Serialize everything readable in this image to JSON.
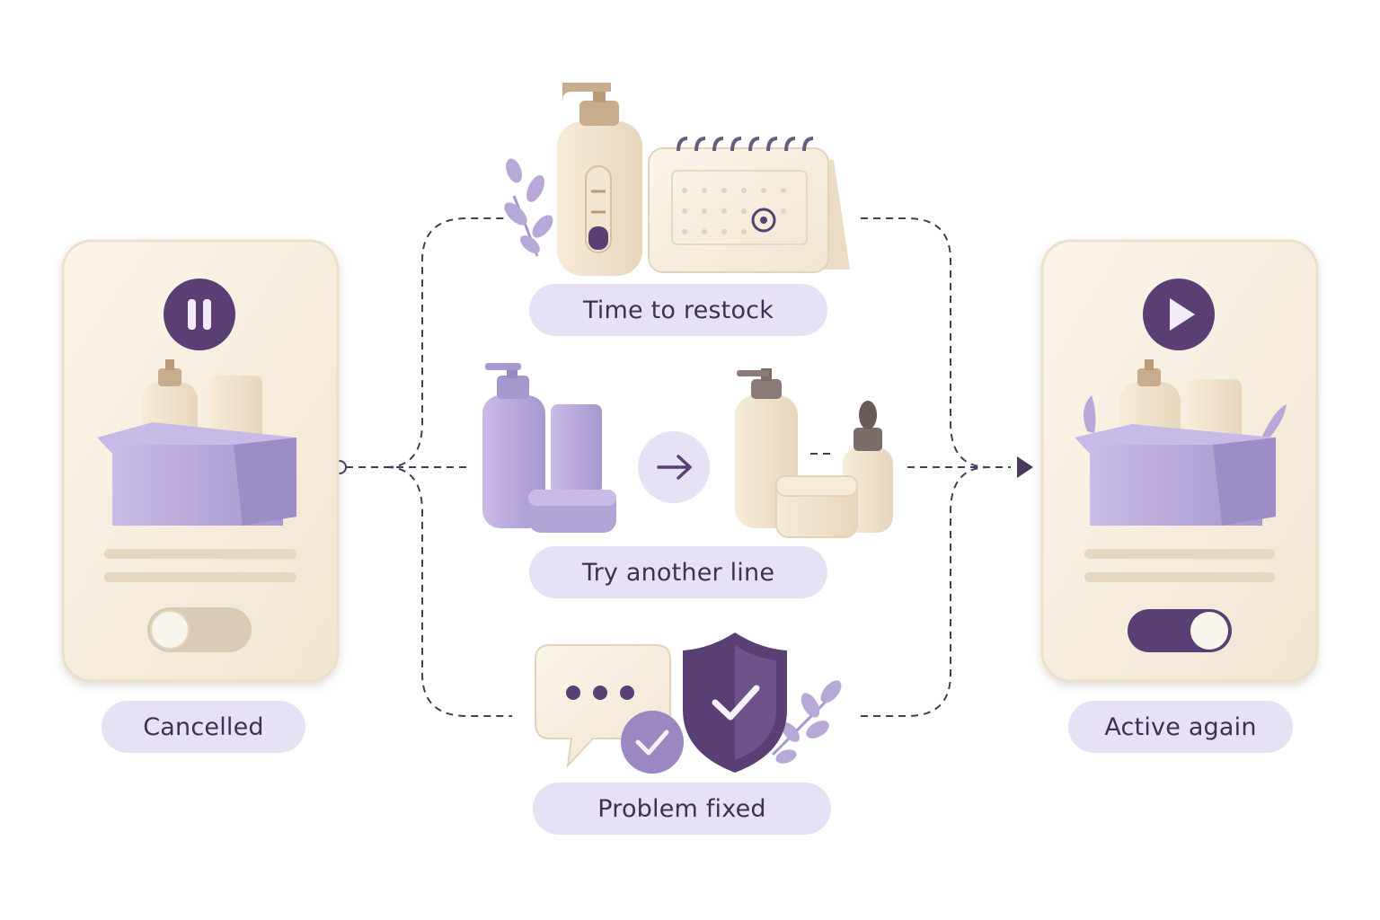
{
  "colors": {
    "accent": "#5a3f74",
    "lavender": "#b7a8d8",
    "pill": "#e7e1f6",
    "cream": "#f7efe2",
    "tan": "#d9cbb5",
    "connector": "#4a3a5c"
  },
  "states": {
    "start": {
      "label": "Cancelled",
      "icon": "pause-icon",
      "toggle_on": false
    },
    "end": {
      "label": "Active again",
      "icon": "play-icon",
      "toggle_on": true
    }
  },
  "paths": [
    {
      "label": "Time to restock",
      "icons": [
        "pump-bottle-icon",
        "calendar-icon",
        "leaf-sprig-icon"
      ]
    },
    {
      "label": "Try another line",
      "icons": [
        "product-set-icon",
        "arrow-right-icon",
        "product-set-icon"
      ]
    },
    {
      "label": "Problem fixed",
      "icons": [
        "speech-bubble-icon",
        "check-badge-icon",
        "shield-check-icon",
        "leaf-sprig-icon"
      ]
    }
  ]
}
